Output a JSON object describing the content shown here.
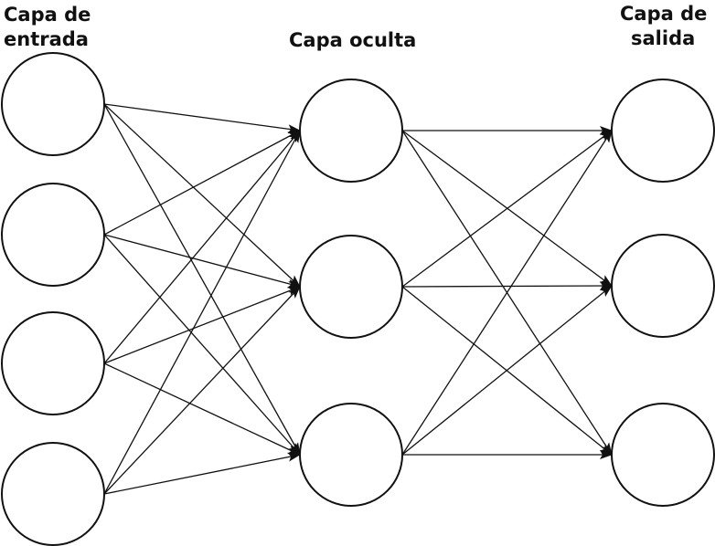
{
  "layers": [
    {
      "id": "input",
      "title_lines": [
        "Capa de",
        "entrada"
      ],
      "node_count": 4
    },
    {
      "id": "hidden",
      "title_lines": [
        "Capa oculta"
      ],
      "node_count": 3
    },
    {
      "id": "output",
      "title_lines": [
        "Capa de",
        "salida"
      ],
      "node_count": 3
    }
  ],
  "connections": [
    {
      "from": "input",
      "to": "hidden",
      "pattern": "fully-connected",
      "arrowheads": true
    },
    {
      "from": "hidden",
      "to": "output",
      "pattern": "fully-connected",
      "arrowheads": true
    }
  ],
  "colors": {
    "line": "#111111",
    "node_fill": "#ffffff",
    "background": "#ffffff"
  }
}
